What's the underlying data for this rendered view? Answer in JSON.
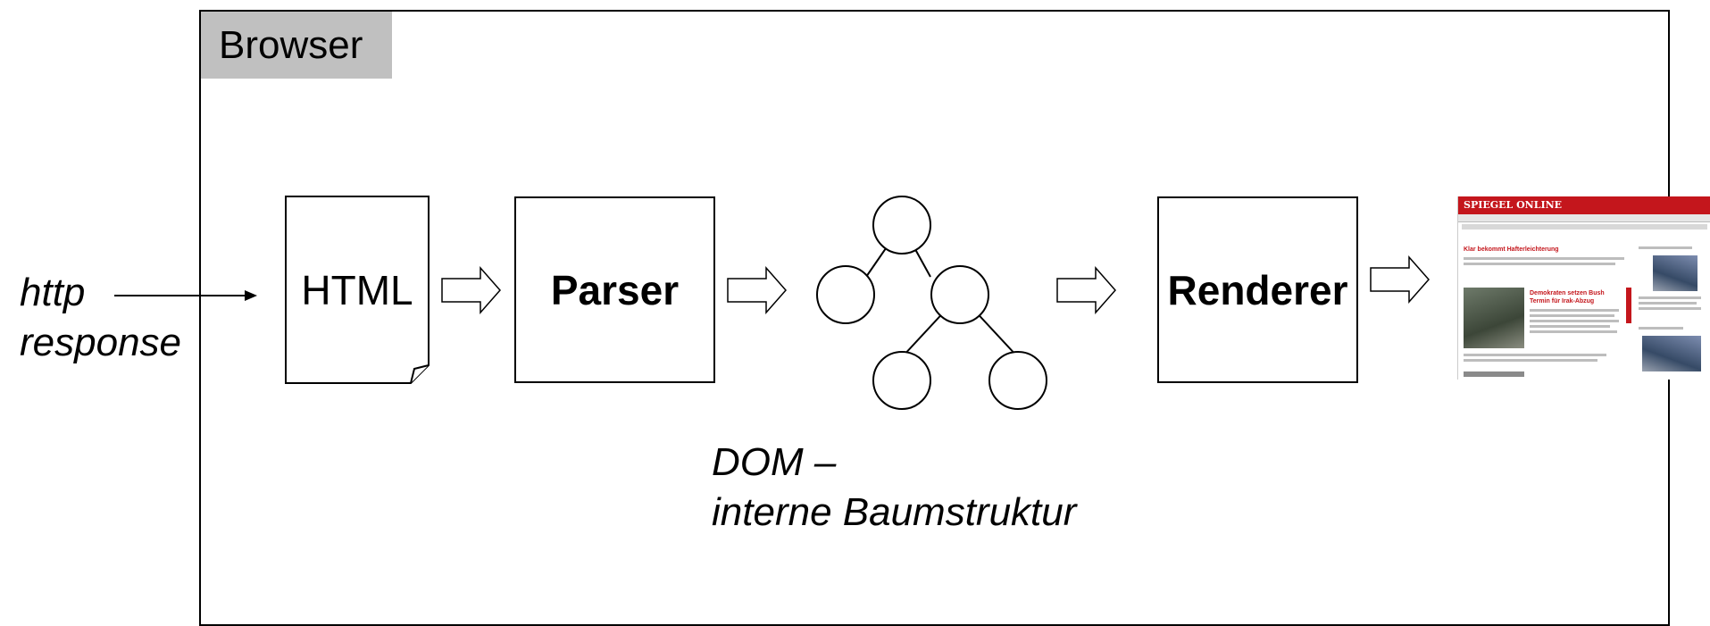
{
  "browser": {
    "label": "Browser"
  },
  "input": {
    "line1": "http",
    "line2": "response"
  },
  "html_doc": {
    "label": "HTML"
  },
  "parser": {
    "label": "Parser"
  },
  "dom": {
    "caption_line1": "DOM –",
    "caption_line2": "interne Baumstruktur"
  },
  "renderer": {
    "label": "Renderer"
  },
  "thumbnail": {
    "site_name": "SPIEGEL ONLINE",
    "headline1": "Klar bekommt Hafterleichterung",
    "headline2": "Demokraten setzen Bush Termin für Irak-Abzug"
  },
  "colors": {
    "frame": "#000000",
    "browser_tag_bg": "#c0c0c0",
    "site_red": "#c4161c"
  }
}
